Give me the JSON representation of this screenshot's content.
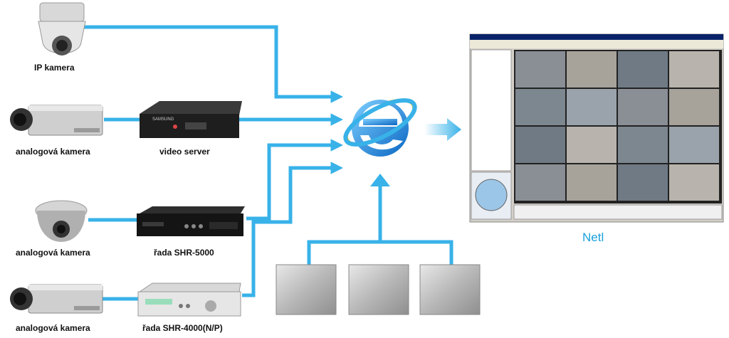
{
  "labels": {
    "ip_camera": "IP kamera",
    "analog_camera_1": "analogová kamera",
    "video_server": "video server",
    "analog_camera_2": "analogová kamera",
    "shr5000": "řada SHR-5000",
    "analog_camera_3": "analogová kamera",
    "shr4000": "řada SHR-4000(N/P)",
    "netl": "Netl"
  },
  "device_brand": "SAMSUNG",
  "colors": {
    "connector": "#38b2e8",
    "ie_blue": "#1a8fd8",
    "ie_ring": "#f2b600",
    "panel_gray": "#a9a9a9",
    "netl_text": "#1aa0dd"
  },
  "icons": {
    "browser": "internet-explorer-icon",
    "ip_camera": "dome-camera-icon",
    "analog_camera": "box-camera-icon",
    "video_server": "video-server-icon",
    "recorder": "dvr-icon"
  }
}
